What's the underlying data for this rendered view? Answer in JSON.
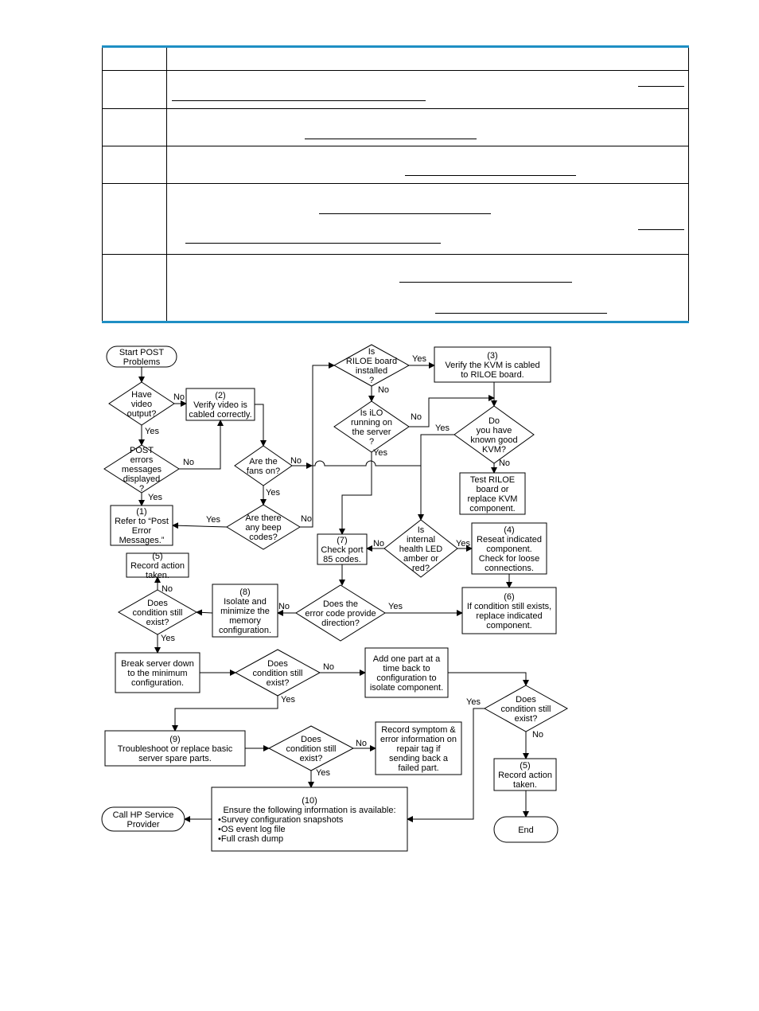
{
  "flowchart": {
    "nodes": {
      "start": [
        "Start POST",
        "Problems"
      ],
      "have_video": [
        "Have",
        "video",
        "output?"
      ],
      "post_errors": [
        "POST",
        "errors",
        "messages",
        "displayed",
        "?"
      ],
      "refer_post": [
        "(1)",
        "Refer to “Post",
        "Error",
        "Messages.”"
      ],
      "verify_video": [
        "(2)",
        "Verify video is",
        "cabled correctly."
      ],
      "fans_on": [
        "Are the",
        "fans on?"
      ],
      "beep_codes": [
        "Are there",
        "any beep",
        "codes?"
      ],
      "riloe_installed": [
        "Is",
        "RILOE board",
        "installed",
        "?"
      ],
      "verify_kvm": [
        "(3)",
        "Verify the KVM is cabled",
        "to RILOE board."
      ],
      "ilo_running": [
        "Is iLO",
        "running on",
        "the server",
        "?"
      ],
      "good_kvm": [
        "Do",
        "you have",
        "known good",
        "KVM?"
      ],
      "test_riloe": [
        "Test RILOE",
        "board or",
        "replace KVM",
        "component."
      ],
      "health_led": [
        "Is",
        "internal",
        "health LED",
        "amber or",
        "red?"
      ],
      "reseat": [
        "(4)",
        "Reseat indicated",
        "component.",
        "Check for loose",
        "connections."
      ],
      "check_port": [
        "(7)",
        "Check port",
        "85 codes."
      ],
      "error_direction": [
        "Does the",
        "error code provide",
        "direction?"
      ],
      "replace_indicated": [
        "(6)",
        "If condition still exists,",
        "replace indicated",
        "component."
      ],
      "isolate_memory": [
        "(8)",
        "Isolate and",
        "minimize the",
        "memory",
        "configuration."
      ],
      "record_action_top": [
        "(5)",
        "Record action",
        "taken."
      ],
      "condition_exist_1": [
        "Does",
        "condition still",
        "exist?"
      ],
      "break_server": [
        "Break server down",
        "to the minimum",
        "configuration."
      ],
      "condition_exist_2": [
        "Does",
        "condition still",
        "exist?"
      ],
      "add_part": [
        "Add one part at a",
        "time back to",
        "configuration to",
        "isolate component."
      ],
      "condition_exist_3": [
        "Does",
        "condition still",
        "exist?"
      ],
      "record_action_right": [
        "(5)",
        "Record action",
        "taken."
      ],
      "troubleshoot": [
        "(9)",
        "Troubleshoot or replace basic",
        "server spare parts."
      ],
      "condition_exist_4": [
        "Does",
        "condition still",
        "exist?"
      ],
      "record_symptom": [
        "Record symptom &",
        "error information on",
        "repair tag if",
        "sending back a",
        "failed part."
      ],
      "ensure_info": [
        "(10)",
        "Ensure the following information is available:",
        "•Survey configuration snapshots",
        "•OS event log file",
        "•Full crash dump"
      ],
      "call_hp": [
        "Call HP Service",
        "Provider"
      ],
      "end": [
        "End"
      ]
    },
    "labels": {
      "yes": "Yes",
      "no": "No"
    }
  }
}
